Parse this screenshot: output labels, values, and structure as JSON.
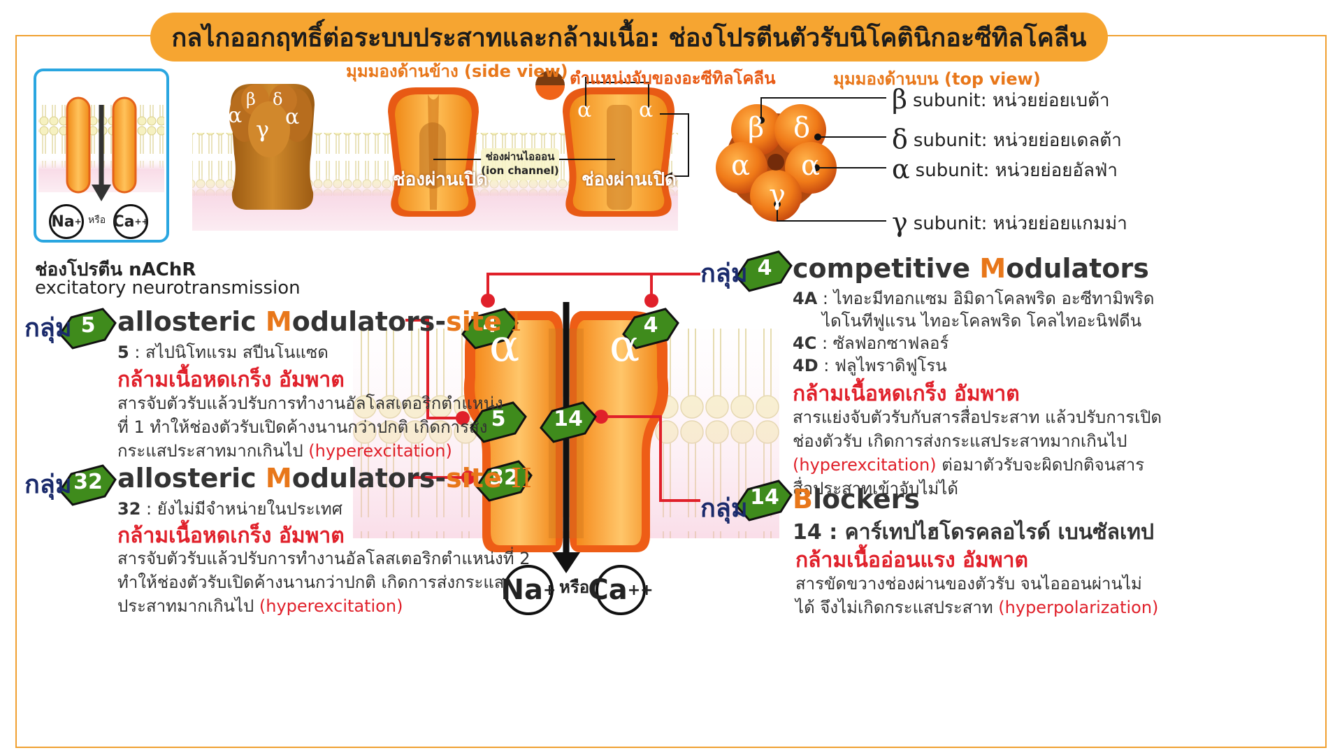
{
  "title": "กลไกออกฤทธิ์ต่อระบบประสาทและกล้ามเนื้อ: ช่องโปรตีนตัวรับนิโคตินิกอะซีทิลโคลีน",
  "side_view_label": "มุมมองด้านข้าง (side view)",
  "binding_site_label": "ตำแหน่งจับของอะซีทิลโคลีน",
  "top_view_label": "มุมมองด้านบน (top view)",
  "channel_open_label": "ช่องผ่านเปิด",
  "ion_channel_label_th": "ช่องผ่านไอออน",
  "ion_channel_label_en": "(ion channel)",
  "small_ions": {
    "na": "Na",
    "na_sup": "+",
    "or": "หรือ",
    "ca": "Ca",
    "ca_sup": "++"
  },
  "nachr_title": "ช่องโปรตีน nAChR",
  "nachr_subtitle": "excitatory neurotransmission",
  "side_subunits": {
    "beta": "β",
    "delta": "δ",
    "alpha": "α",
    "gamma": "γ"
  },
  "top_subunits": {
    "beta": "β",
    "delta": "δ",
    "alpha": "α",
    "gamma": "γ"
  },
  "subunit_legend": [
    {
      "symbol": "β",
      "text": "subunit: หน่วยย่อยเบต้า"
    },
    {
      "symbol": "δ",
      "text": "subunit: หน่วยย่อยเดลต้า"
    },
    {
      "symbol": "α",
      "text": "subunit: หน่วยย่อยอัลฟ่า"
    },
    {
      "symbol": "γ",
      "text": "subunit: หน่วยย่อยแกมม่า"
    }
  ],
  "group_word": "กลุ่ม",
  "group5": {
    "num": "5",
    "title_a": "allosteric ",
    "title_m": "M",
    "title_b": "odulators-",
    "title_site": "site ",
    "title_roman": "I",
    "line1_num": "5",
    "line1": " : สไปนิโทแรม สปีนโนแซด",
    "effect": "กล้ามเนื้อหดเกร็ง อัมพาต",
    "desc1": "สารจับตัวรับแล้วปรับการทำงานอัลโลสเตอริกตำแหน่ง",
    "desc2": "ที่ 1 ทำให้ช่องตัวรับเปิดค้างนานกว่าปกติ เกิดการส่ง",
    "desc3": "กระแสประสาทมากเกินไป ",
    "desc3_red": "(hyperexcitation)"
  },
  "group32": {
    "num": "32",
    "title_a": "allosteric ",
    "title_m": "M",
    "title_b": "odulators-",
    "title_site": "site ",
    "title_roman": "II",
    "line1_num": "32",
    "line1": " : ยังไม่มีจำหน่ายในประเทศ",
    "effect": "กล้ามเนื้อหดเกร็ง อัมพาต",
    "desc1": "สารจับตัวรับแล้วปรับการทำงานอัลโลสเตอริกตำแหน่งที่ 2",
    "desc2": "ทำให้ช่องตัวรับเปิดค้างนานกว่าปกติ เกิดการส่งกระแส",
    "desc3": "ประสาทมากเกินไป ",
    "desc3_red": "(hyperexcitation)"
  },
  "group4": {
    "num": "4",
    "title_a": "competitive ",
    "title_m": "M",
    "title_b": "odulators",
    "a_label": "4A",
    "a1": " : ไทอะมีทอกแซม อิมิดาโคลพริด อะซีทามิพริด",
    "a2": "ไดโนทีฟูแรน ไทอะโคลพริด โคลไทอะนิฟดีน",
    "c_label": "4C",
    "c": " : ซัลฟอกซาฟลอร์",
    "d_label": "4D",
    "d": " : ฟลูไพราดิฟูโรน",
    "effect": "กล้ามเนื้อหดเกร็ง อัมพาต",
    "desc1": "สารแย่งจับตัวรับกับสารสื่อประสาท แล้วปรับการเปิด",
    "desc2": "ช่องตัวรับ เกิดการส่งกระแสประสาทมากเกินไป",
    "desc3_red": "(hyperexcitation)",
    "desc3": " ต่อมาตัวรับจะผิดปกติจนสาร",
    "desc4": "สื่อประสาทเข้าจับไม่ได้"
  },
  "group14": {
    "num": "14",
    "title_b1": "B",
    "title_b2": "lockers",
    "line1": "14 : คาร์เทปไฮโดรคลอไรด์ เบนซัลเทป",
    "effect": "กล้ามเนื้ออ่อนแรง อัมพาต",
    "desc1": "สารขัดขวางช่องผ่านของตัวรับ จนไอออนผ่านไม่",
    "desc2": "ได้ จึงไม่เกิดกระแสประสาท ",
    "desc2_red": "(hyperpolarization)"
  },
  "big_channel": {
    "alpha_left": "α",
    "alpha_right": "α",
    "hex_4a": "4",
    "hex_4b": "4",
    "hex_5": "5",
    "hex_14": "14",
    "hex_32": "32"
  },
  "big_ions": {
    "na": "Na",
    "na_sup": "+",
    "or": "หรือ",
    "ca": "Ca",
    "ca_sup": "++"
  },
  "colors": {
    "accent": "#f6a531",
    "orange_text": "#e8771a",
    "red": "#e0202a",
    "navy": "#1a2a6b",
    "hex_green": "#3f8b1c",
    "membrane_pink": "#f4c6d8",
    "lipid_yellow": "#f3eeb8"
  }
}
